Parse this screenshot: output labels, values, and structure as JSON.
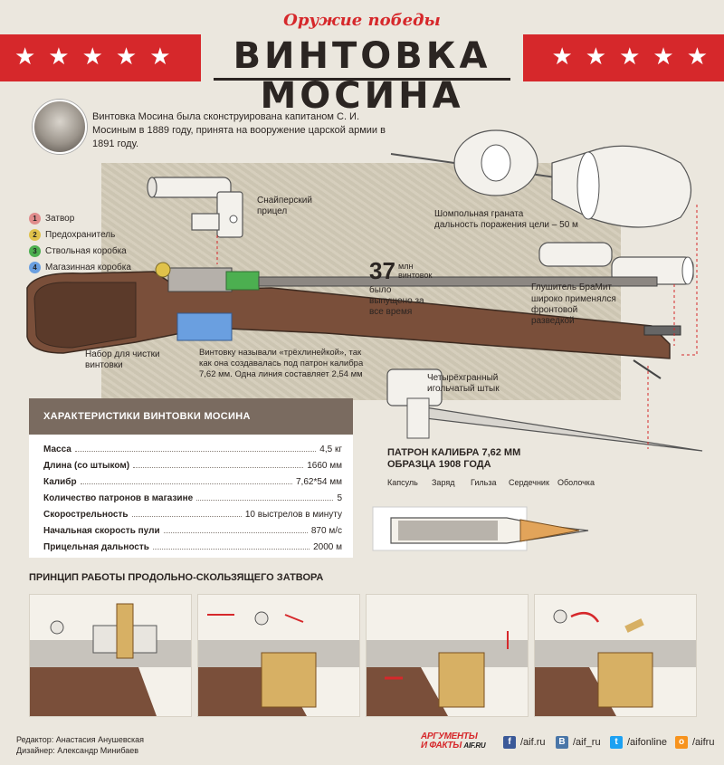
{
  "header": {
    "subtitle": "Оружие победы",
    "title": "ВИНТОВКА МОСИНА",
    "stars_left": "★★★★★",
    "stars_right": "★★★★★",
    "accent_color": "#d6282b"
  },
  "intro": {
    "text": "Винтовка Мосина была сконструирована капитаном С. И. Мосиным в 1889 году, принята на вооружение царской армии в 1891 году."
  },
  "legend": [
    {
      "num": "1",
      "label": "Затвор",
      "color": "#e08c8c"
    },
    {
      "num": "2",
      "label": "Предохранитель",
      "color": "#e0c24a"
    },
    {
      "num": "3",
      "label": "Ствольная коробка",
      "color": "#4caf50"
    },
    {
      "num": "4",
      "label": "Магазинная коробка",
      "color": "#6a9fe0"
    }
  ],
  "annotations": {
    "sniper_scope": "Снайперский прицел",
    "ramrod_grenade": "Шомпольная граната",
    "grenade_range": "дальность поражения цели – 50 м",
    "count_number": "37",
    "count_unit": "млн винтовок",
    "count_note": "было выпущено за все время",
    "silencer_title": "Глушитель БраМит",
    "silencer_note": "широко применялся фронтовой разведкой",
    "cleaning_kit": "Набор для чистки винтовки",
    "three_line": "Винтовку называли «трёхлинейкой», так как она создавалась под патрон калибра 7,62 мм. Одна линия составляет 2,54 мм",
    "bayonet": "Четырёхгранный игольчатый штык"
  },
  "specs": {
    "title": "ХАРАКТЕРИСТИКИ ВИНТОВКИ МОСИНА",
    "rows": [
      {
        "label": "Масса",
        "value": "4,5 кг"
      },
      {
        "label": "Длина (со штыком)",
        "value": "1660 мм"
      },
      {
        "label": "Калибр",
        "value": "7,62*54 мм"
      },
      {
        "label": "Количество патронов в магазине",
        "value": "5"
      },
      {
        "label": "Скорострельность",
        "value": "10 выстрелов в минуту"
      },
      {
        "label": "Начальная скорость пули",
        "value": "870 м/с"
      },
      {
        "label": "Прицельная дальность",
        "value": "2000 м"
      }
    ]
  },
  "cartridge": {
    "title_line1": "ПАТРОН КАЛИБРА 7,62 ММ",
    "title_line2": "ОБРАЗЦА 1908 ГОДА",
    "parts": [
      "Капсуль",
      "Заряд",
      "Гильза",
      "Сердечник",
      "Оболочка"
    ]
  },
  "bolt": {
    "title": "ПРИНЦИП РАБОТЫ ПРОДОЛЬНО-СКОЛЬЗЯЩЕГО ЗАТВОРА"
  },
  "footer": {
    "editor": "Редактор: Анастасия Анушевская",
    "designer": "Дизайнер: Александр Минибаев",
    "logo_line1": "АРГУМЕНТЫ",
    "logo_line2": "И ФАКТЫ",
    "logo_site": "AIF.RU",
    "social": [
      {
        "icon": "f",
        "label": "/aif.ru",
        "color": "#3b5998"
      },
      {
        "icon": "B",
        "label": "/aif_ru",
        "color": "#4a76a8"
      },
      {
        "icon": "t",
        "label": "/aifonline",
        "color": "#1da1f2"
      },
      {
        "icon": "o",
        "label": "/aifru",
        "color": "#f7931e"
      }
    ]
  }
}
